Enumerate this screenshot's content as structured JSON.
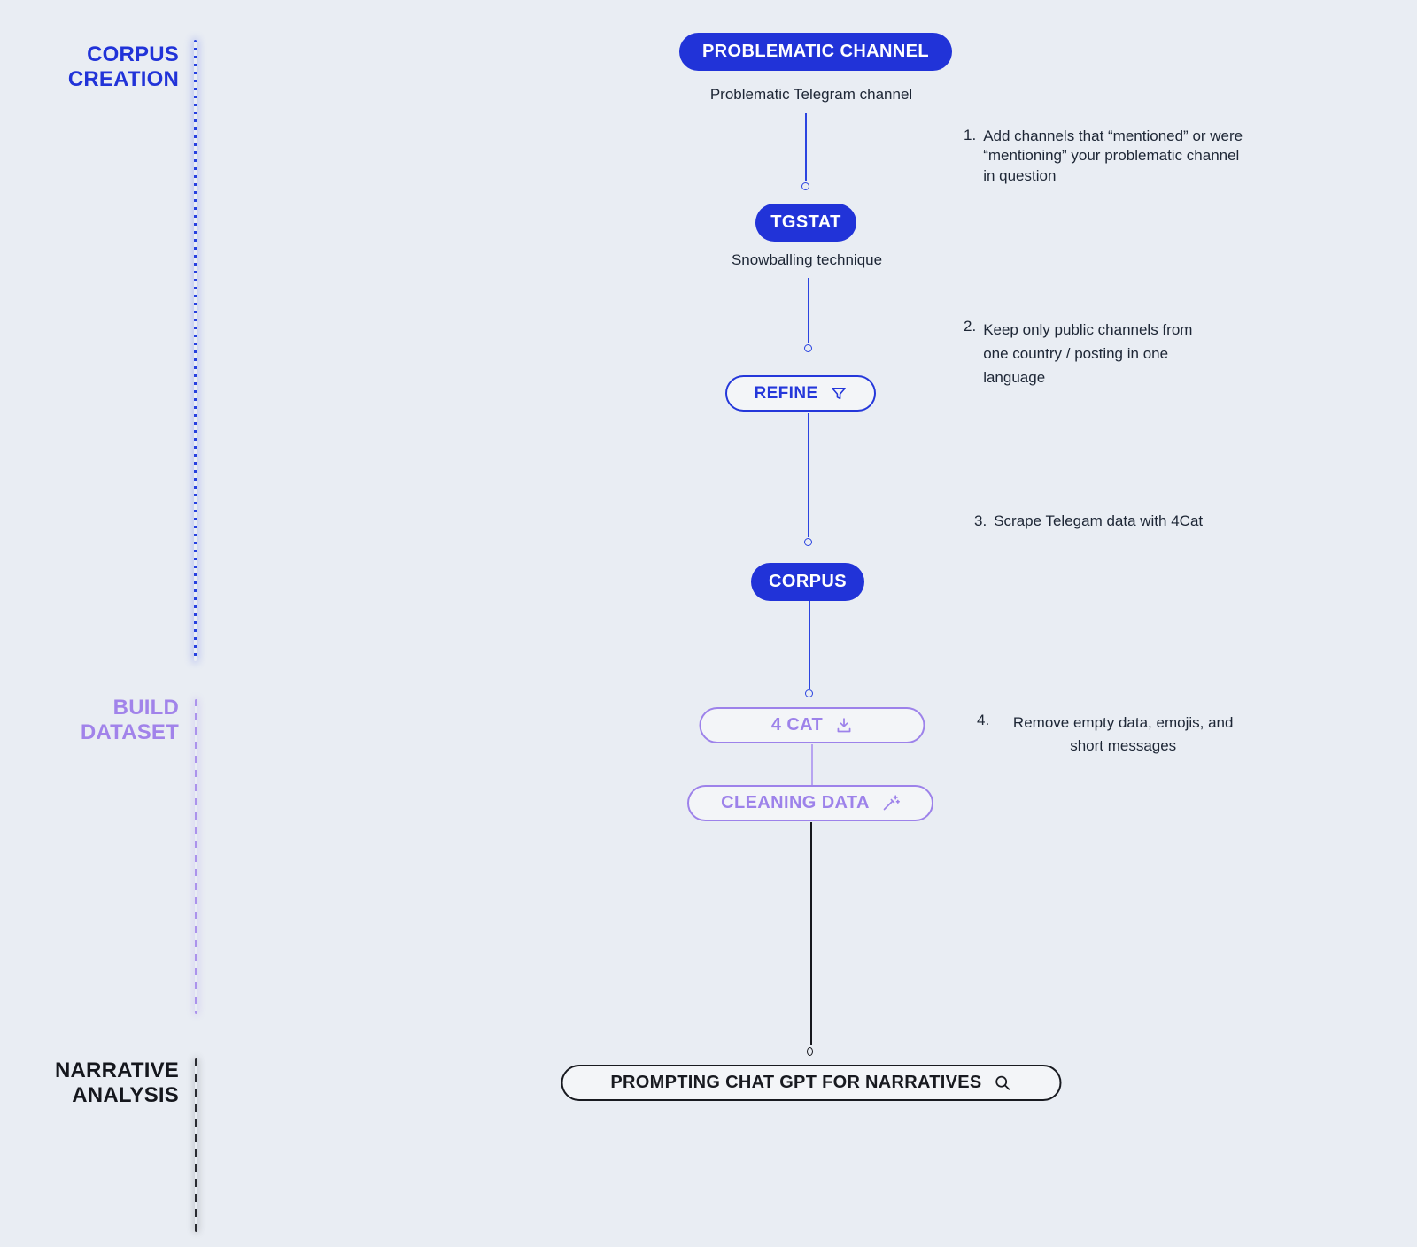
{
  "sections": {
    "corpus_creation": {
      "line1": "CORPUS",
      "line2": "CREATION"
    },
    "build_dataset": {
      "line1": "BUILD",
      "line2": "DATASET"
    },
    "narrative_analysis": {
      "line1": "NARRATIVE",
      "line2": "ANALYSIS"
    }
  },
  "nodes": {
    "problematic_channel": {
      "label": "PROBLEMATIC CHANNEL",
      "caption": "Problematic Telegram channel"
    },
    "tgstat": {
      "label": "TGSTAT",
      "caption": "Snowballing technique"
    },
    "refine": {
      "label": "REFINE",
      "icon": "funnel"
    },
    "corpus": {
      "label": "CORPUS"
    },
    "four_cat": {
      "label": "4 CAT",
      "icon": "download"
    },
    "cleaning_data": {
      "label": "CLEANING DATA",
      "icon": "magic-wand"
    },
    "prompting_chatgpt": {
      "label": "PROMPTING CHAT GPT FOR NARRATIVES",
      "icon": "magnifier"
    }
  },
  "annotations": {
    "step1": {
      "number": "1.",
      "text": "Add channels that “mentioned” or were “mentioning” your problematic channel in question"
    },
    "step2": {
      "number": "2.",
      "text": "Keep only public channels from one country / posting in one language"
    },
    "step3": {
      "number": "3.",
      "text": "Scrape Telegam data with 4Cat"
    },
    "step4": {
      "number": "4.",
      "text": "Remove empty data, emojis, and short messages"
    }
  },
  "colors": {
    "primary_blue": "#2133d8",
    "accent_purple": "#9d82ea",
    "dark": "#181a20",
    "background": "#e9edf3"
  }
}
